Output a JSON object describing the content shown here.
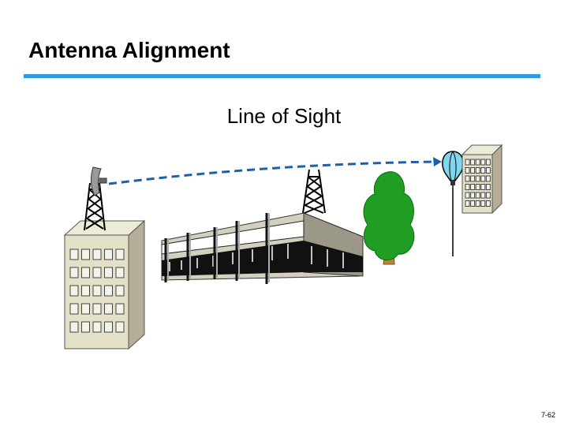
{
  "slide": {
    "title": "Antenna Alignment",
    "subtitle": "Line of Sight",
    "page_number": "7-62"
  },
  "colors": {
    "title_rule": "#3399e0",
    "sight_line": "#1f5fa8",
    "building_face": "#e4e0c8",
    "building_side": "#b4ae98",
    "tree_green": "#1f9e23",
    "tree_trunk": "#b8853a",
    "balloon": "#7fd6ef"
  },
  "icons": [
    "tower-icon",
    "dish-antenna-icon",
    "building-icon",
    "tree-icon",
    "balloon-icon"
  ]
}
